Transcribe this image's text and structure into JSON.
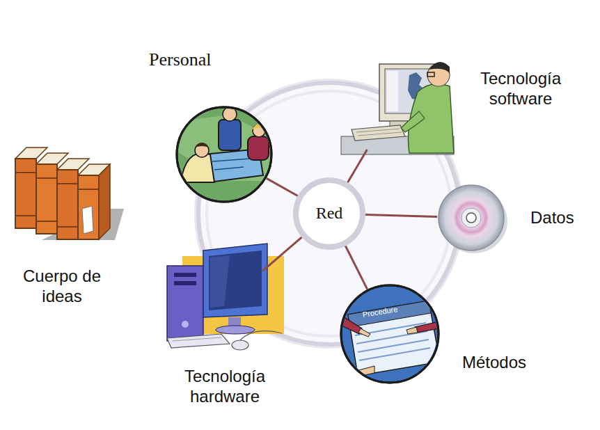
{
  "diagram": {
    "nodes": [
      {
        "text": [
          "Personal"
        ]
      },
      {
        "text": [
          "Tecnología software"
        ]
      },
      {
        "text": [
          "Red"
        ]
      },
      {
        "text": [
          "Datos"
        ]
      },
      {
        "text": [
          "Métodos"
        ]
      },
      {
        "text": [
          "Tecnología hardware"
        ]
      }
    ],
    "edges": [
      {
        "from": 2,
        "to": 0,
        "arrow": "none"
      },
      {
        "from": 2,
        "to": 1,
        "arrow": "none"
      },
      {
        "from": 2,
        "to": 3,
        "arrow": "none"
      },
      {
        "from": 2,
        "to": 4,
        "arrow": "none"
      },
      {
        "from": 2,
        "to": 5,
        "arrow": "none"
      }
    ],
    "labels": [
      "Cuerpo de ideas",
      "Procedure"
    ]
  }
}
